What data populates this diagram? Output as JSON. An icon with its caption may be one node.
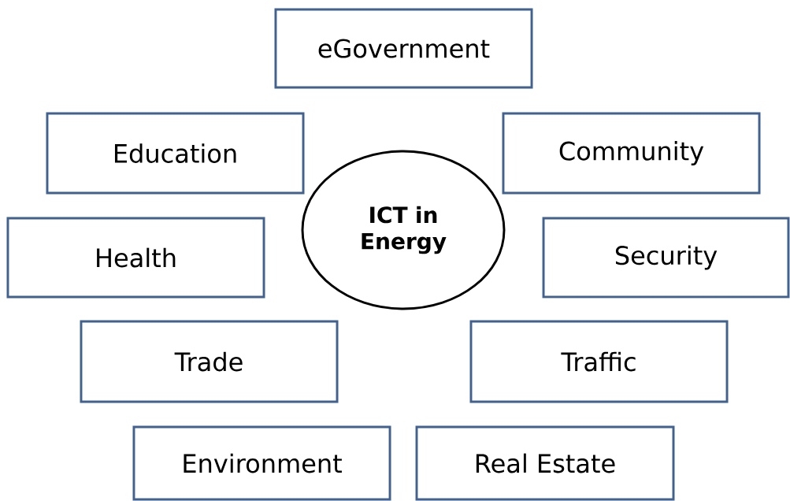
{
  "diagram": {
    "nodes": [
      {
        "text": [
          "eGovernment"
        ]
      },
      {
        "text": [
          "Education"
        ]
      },
      {
        "text": [
          "ICT in Energy"
        ]
      },
      {
        "text": [
          "Community"
        ]
      },
      {
        "text": [
          "Health"
        ]
      },
      {
        "text": [
          "Security"
        ]
      },
      {
        "text": [
          "Trade"
        ]
      },
      {
        "text": [
          "Traffic"
        ]
      },
      {
        "text": [
          "Environment"
        ]
      },
      {
        "text": [
          "Real Estate"
        ]
      }
    ]
  }
}
